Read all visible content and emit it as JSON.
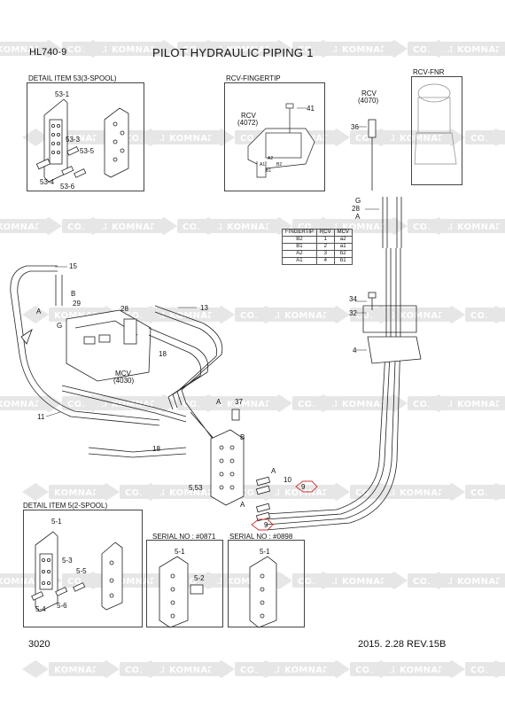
{
  "header": {
    "model": "HL740-9",
    "title": "PILOT HYDRAULIC PIPING 1"
  },
  "footer": {
    "page": "3020",
    "revision": "2015. 2.28  REV.15B"
  },
  "sections": {
    "detail53": "DETAIL ITEM 53(3-SPOOL)",
    "fingertip": "RCV-FINGERTIP",
    "fnr": "RCV-FNR",
    "detail5": "DETAIL ITEM 5(2-SPOOL)",
    "serial1": "SERIAL NO : #0871",
    "serial2": "SERIAL NO : #0898"
  },
  "callouts": {
    "c53_1": "53-1",
    "c53_3": "53-3",
    "c53_5": "53-5",
    "c53_4": "53-4",
    "c53_6": "53-6",
    "c41": "41",
    "rcv4072a": "RCV",
    "rcv4072b": "(4072)",
    "rcv4070a": "RCV",
    "rcv4070b": "(4070)",
    "c36": "36",
    "g1": "G",
    "c28a": "28",
    "a1": "A",
    "c15": "15",
    "b1": "B",
    "c29": "29",
    "a2": "A",
    "g2": "G",
    "c28b": "28",
    "c13": "13",
    "c18a": "18",
    "mcv1": "MCV",
    "mcv2": "(4030)",
    "c34": "34",
    "c32": "32",
    "c4": "4",
    "c11": "11",
    "c37": "37",
    "a3": "A",
    "b2": "B",
    "c18b": "18",
    "c553": "5,53",
    "a4": "A",
    "c10": "10",
    "c9a": "9",
    "a5": "A",
    "c9b": "9",
    "c5_1": "5-1",
    "c5_3": "5-3",
    "c5_5": "5-5",
    "c5_4": "5-4",
    "c5_6": "5-6",
    "c5_1b": "5-1",
    "c5_2": "5-2",
    "c5_1c": "5-1",
    "sa1": "A1",
    "sb1": "B1",
    "sa2": "A2",
    "sb2": "B2"
  },
  "fingertip_table": {
    "headers": [
      "FINGERTIP",
      "RCV",
      "MCV"
    ],
    "rows": [
      [
        "B2",
        "1",
        "a2"
      ],
      [
        "B1",
        "2",
        "a1"
      ],
      [
        "A2",
        "3",
        "b2"
      ],
      [
        "A1",
        "4",
        "b1"
      ]
    ]
  },
  "watermark": {
    "komnapt": "KOMNAPT",
    "compart": "COMPART"
  }
}
